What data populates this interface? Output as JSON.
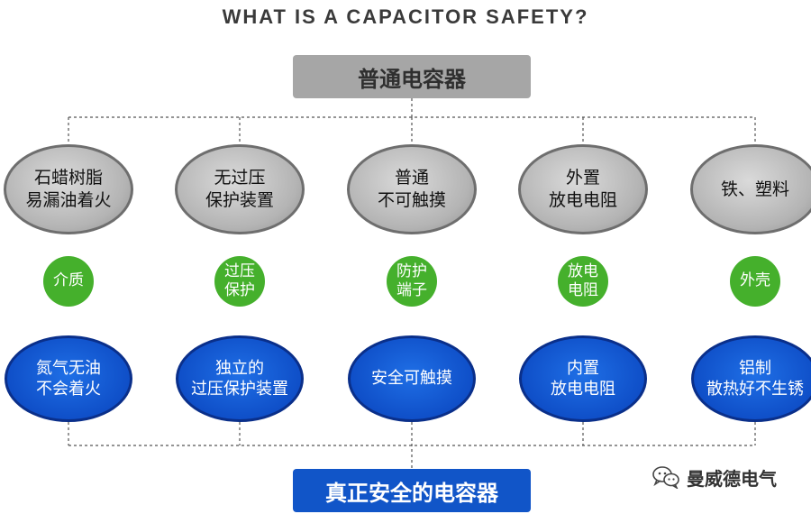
{
  "title": "WHAT IS A CAPACITOR SAFETY?",
  "top_box": "普通电容器",
  "bottom_box": "真正安全的电容器",
  "columns": [
    {
      "grey": "石蜡树脂\n易漏油着火",
      "green": "介质",
      "blue": "氮气无油\n不会着火"
    },
    {
      "grey": "无过压\n保护装置",
      "green": "过压\n保护",
      "blue": "独立的\n过压保护装置"
    },
    {
      "grey": "普通\n不可触摸",
      "green": "防护\n端子",
      "blue": "安全可触摸"
    },
    {
      "grey": "外置\n放电电阻",
      "green": "放电\n电阻",
      "blue": "内置\n放电电阻"
    },
    {
      "grey": "铁、塑料",
      "green": "外壳",
      "blue": "铝制\n散热好不生锈"
    }
  ],
  "watermark": {
    "text": "曼威德电气",
    "icon": "wechat-icon"
  },
  "colors": {
    "grey": "#a6a6a6",
    "green": "#45b02c",
    "blue": "#1155c8"
  }
}
